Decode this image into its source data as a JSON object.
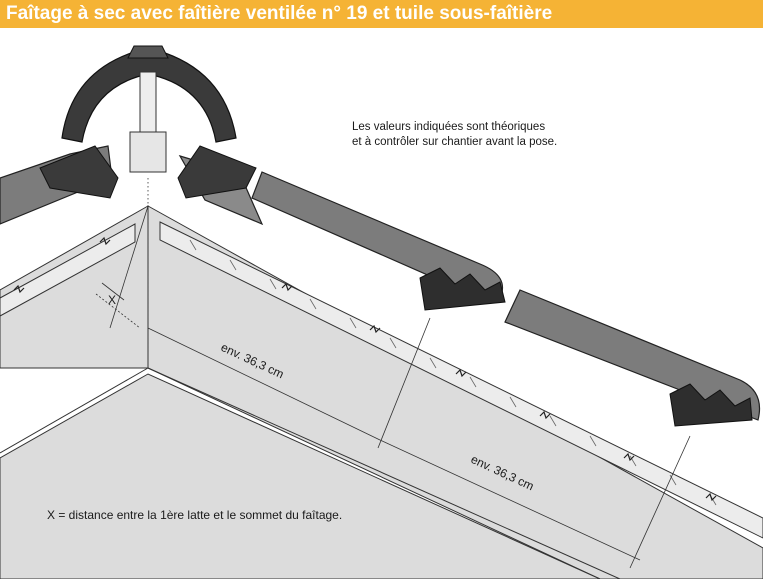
{
  "title": "Faîtage à sec avec faîtière ventilée n° 19 et tuile sous-faîtière",
  "note": {
    "line1": "Les valeurs indiquées sont théoriques",
    "line2": "et à contrôler sur chantier avant la pose."
  },
  "dimensions": {
    "x_label": "X",
    "spacing_1": "env. 36,3 cm",
    "spacing_2": "env. 36,3 cm"
  },
  "legend": "X = distance entre la 1ère latte et le sommet du faîtage.",
  "colors": {
    "title_bar": "#f5b335",
    "roof_fill": "#d9d9d9",
    "tile_fill": "#7c7c7c",
    "ridge_fill": "#3a3a3a"
  }
}
